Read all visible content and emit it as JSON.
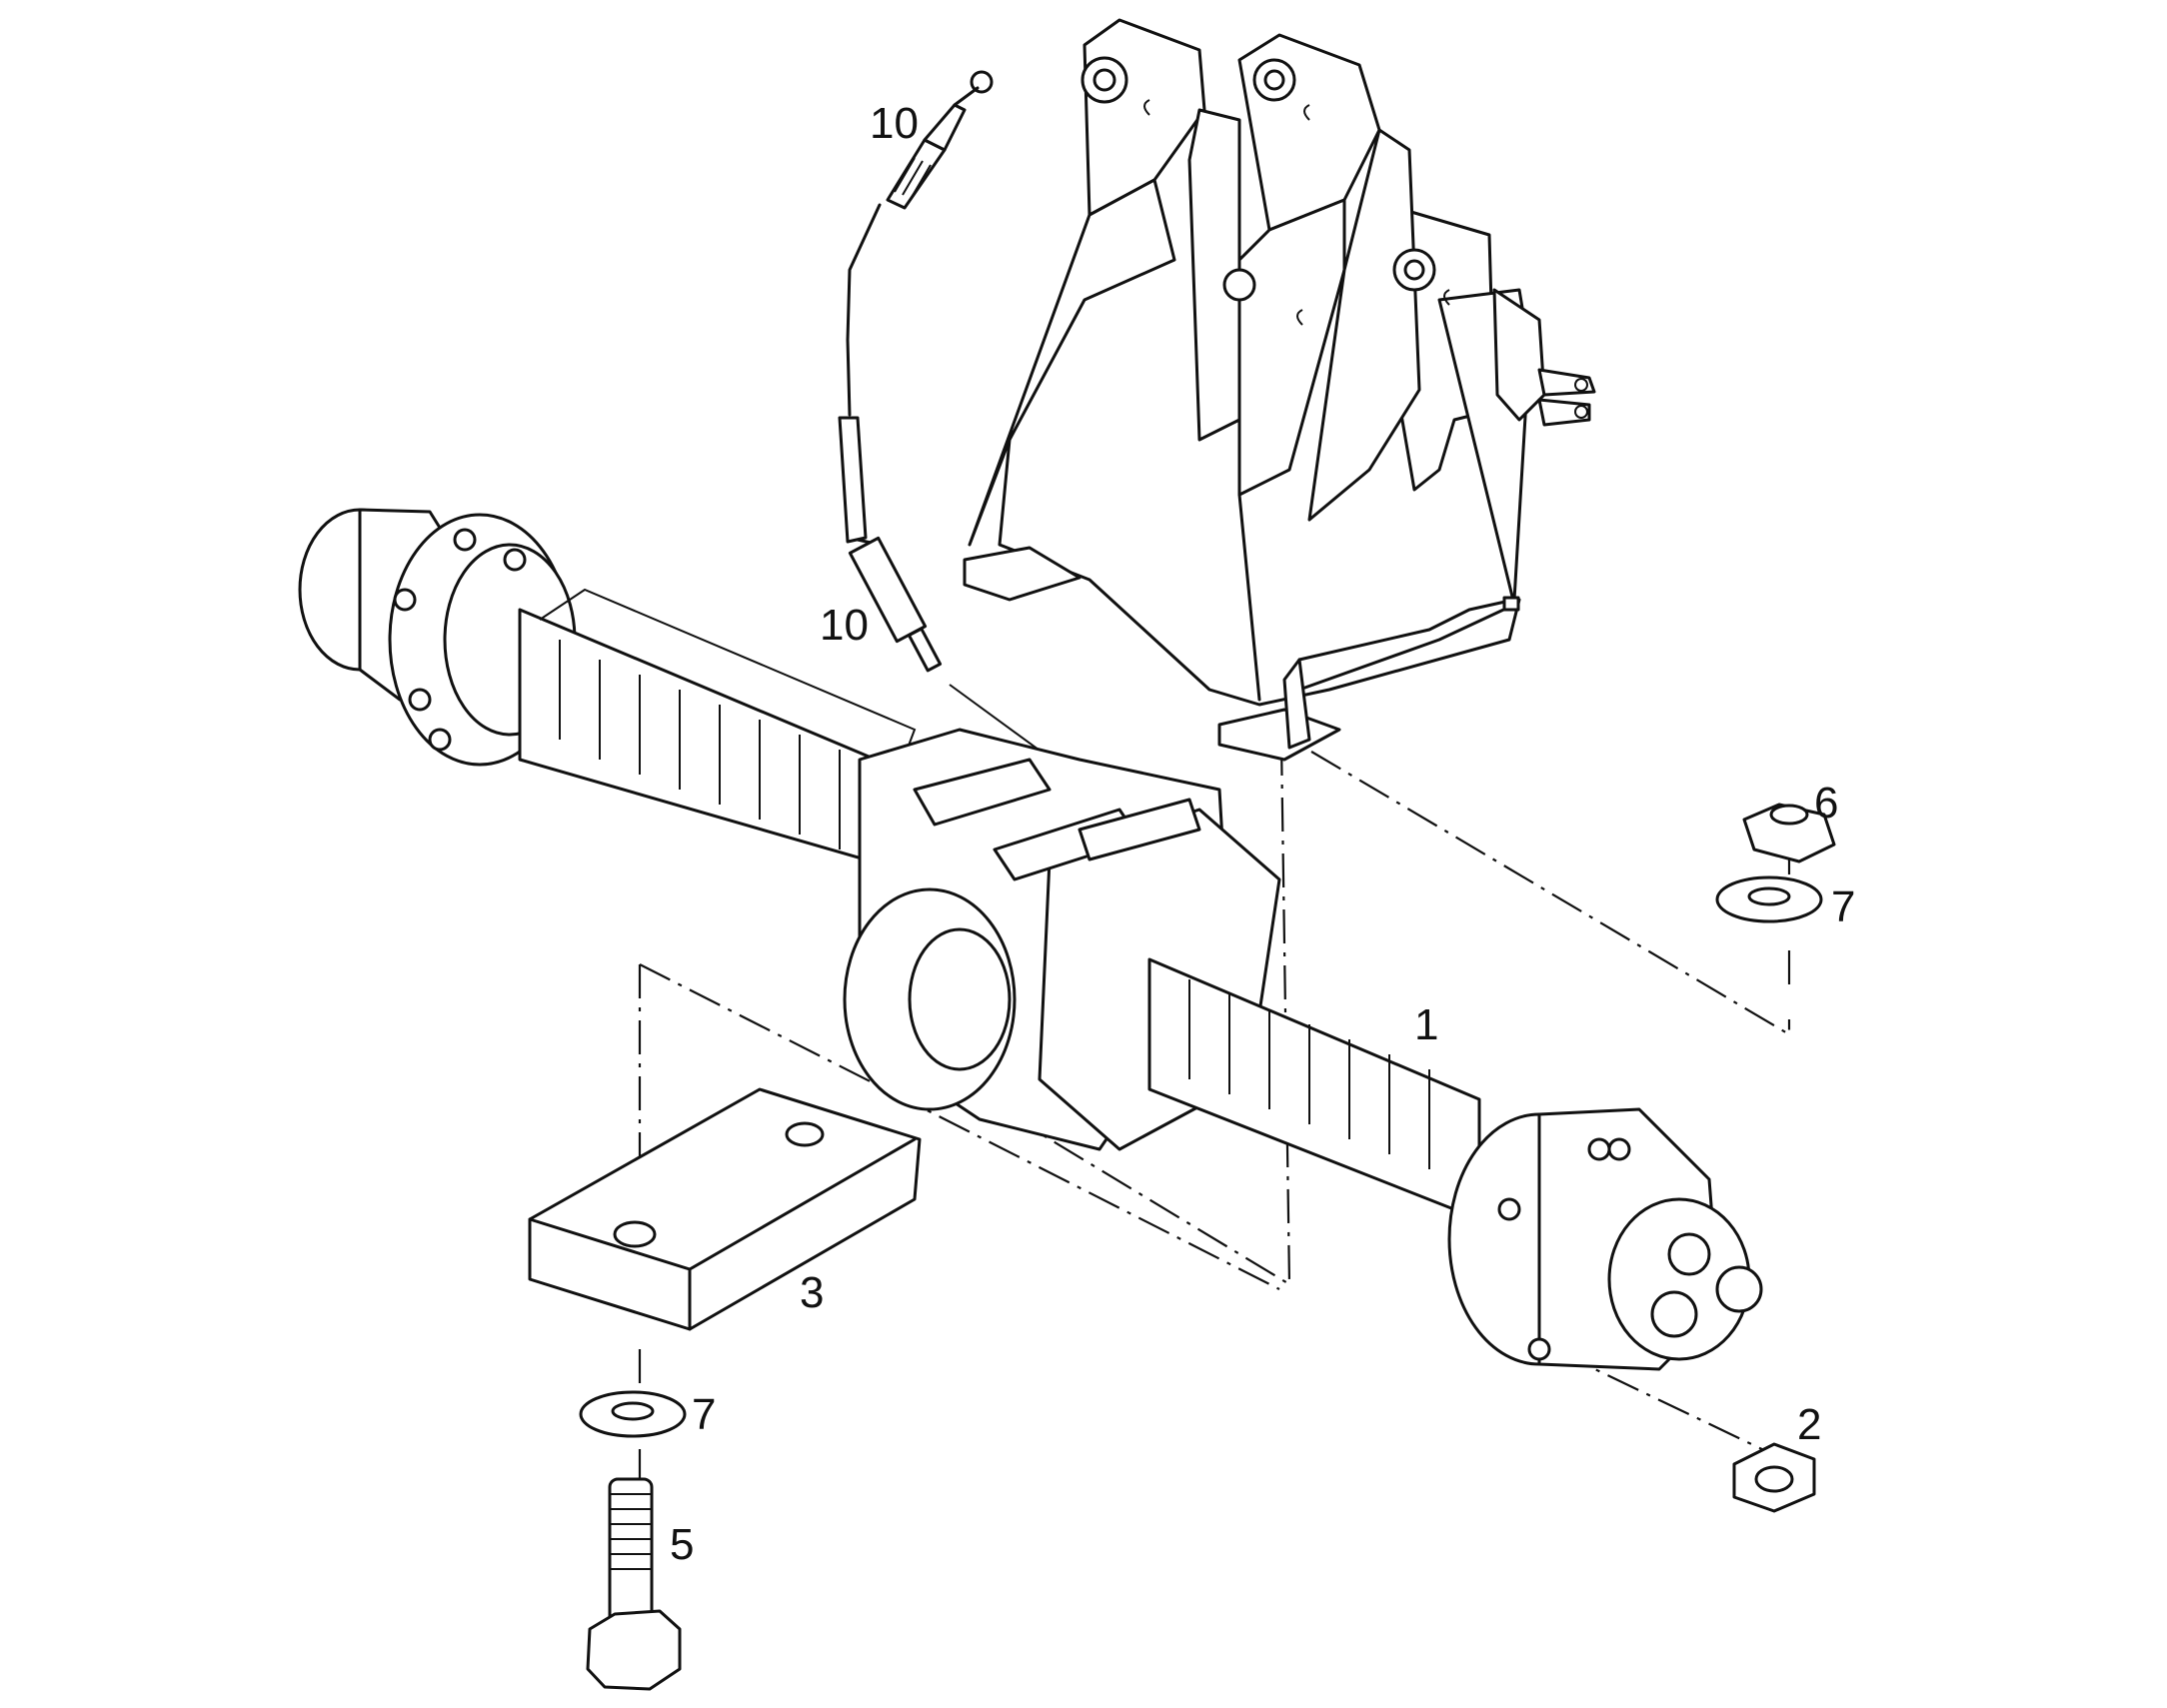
{
  "diagram": {
    "callouts": [
      {
        "id": "cable-top",
        "label": "10"
      },
      {
        "id": "cable-lower",
        "label": "10"
      },
      {
        "id": "axle",
        "label": "1"
      },
      {
        "id": "nut",
        "label": "6"
      },
      {
        "id": "washer-upper",
        "label": "7"
      },
      {
        "id": "plate",
        "label": "3"
      },
      {
        "id": "washer-lower",
        "label": "7"
      },
      {
        "id": "bolt",
        "label": "5"
      },
      {
        "id": "flange-nut",
        "label": "2"
      }
    ]
  }
}
